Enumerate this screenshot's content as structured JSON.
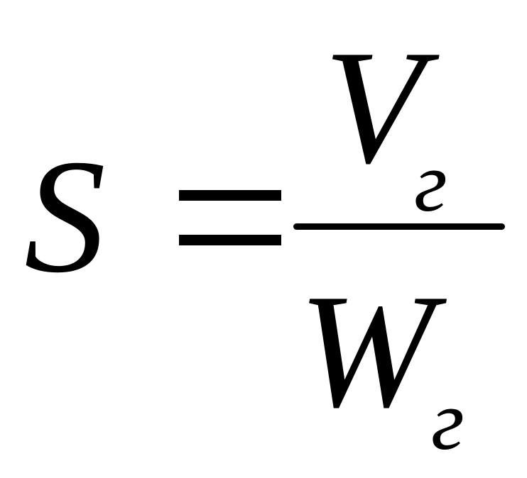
{
  "formula": {
    "lhs": "S",
    "equals": "=",
    "numerator": {
      "symbol": "V",
      "subscript": "г"
    },
    "denominator": {
      "symbol": "W",
      "subscript": "г"
    }
  },
  "colors": {
    "background": "#ffffff",
    "ink": "#000000"
  }
}
